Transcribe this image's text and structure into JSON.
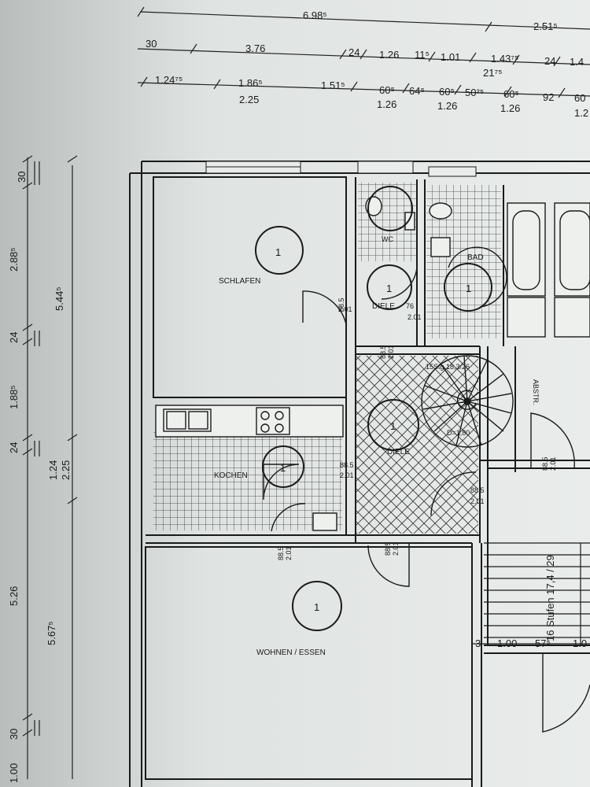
{
  "rooms": {
    "schlafen": "SCHLAFEN",
    "kochen": "KOCHEN",
    "wohnen": "WOHNEN / ESSEN",
    "diele_top": "DIELE",
    "diele_main": "DIELE",
    "bad": "BAD",
    "wc": "WC",
    "abstr": "ABSTR."
  },
  "room_number": "1",
  "stair": {
    "label": "15Stg.18,3/26",
    "diameter": "D=1,80"
  },
  "stufen": "16 Stufen 17,4 / 29",
  "top_dims": {
    "row1": [
      "6.98⁵",
      "2.51⁵"
    ],
    "row2": [
      "30",
      "3.76",
      "24",
      "1.26",
      "11⁵",
      "1.01",
      "1.43⁷⁵",
      "21⁷⁵",
      "24",
      "1.4"
    ],
    "row3": [
      "1.24⁷⁵",
      "1.86⁵",
      "2.25",
      "1.51⁵",
      "60⁵",
      "1.26",
      "64⁵",
      "60⁵",
      "50²⁵",
      "1.26",
      "60⁵",
      "1.26",
      "92",
      "60",
      "1.2"
    ]
  },
  "left_dims": [
    "30",
    "2.88⁵",
    "5.44⁵",
    "24",
    "1.88⁵",
    "24",
    "1.24",
    "2.25",
    "5.26",
    "5.67⁵",
    "30",
    "1.00"
  ],
  "door_dims": {
    "d_schlafen": [
      "88.5",
      "2.01"
    ],
    "d_diele_top": [
      "76",
      "2.01"
    ],
    "d_bad_low": [
      "88.5",
      "2.01"
    ],
    "d_kochen": [
      "88.5",
      "2.01"
    ],
    "d_kueche_low": [
      "88.5",
      "2.01"
    ],
    "d_wohnen": [
      "88.5",
      "2.01"
    ],
    "d_stair": [
      "88.5",
      "2.01"
    ],
    "d_abstr": [
      "88.5",
      "2.01"
    ]
  },
  "bottom_right_dims": [
    "3",
    "1.00",
    "57⁵",
    "1.0"
  ]
}
